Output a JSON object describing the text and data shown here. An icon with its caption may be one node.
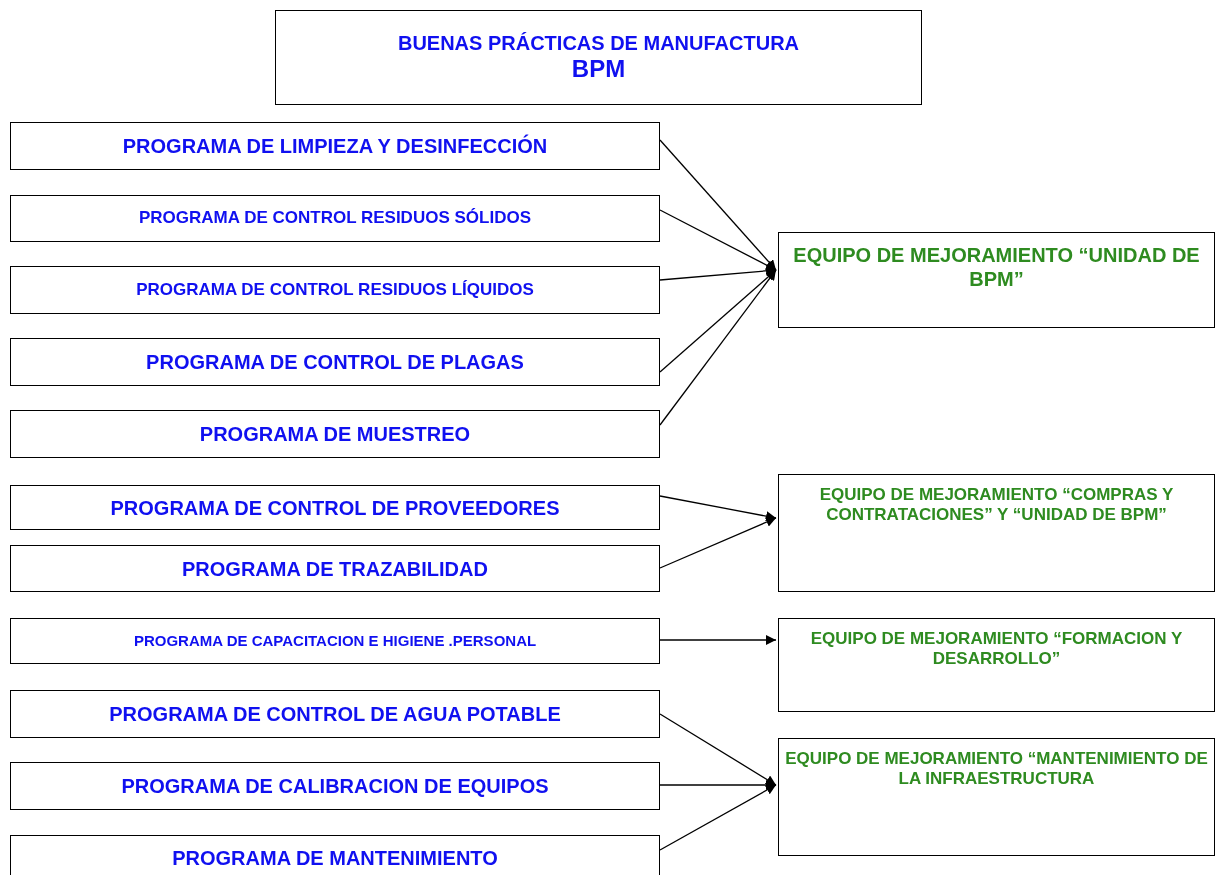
{
  "diagram": {
    "nodes": [
      {
        "text": [
          "BUENAS PRÁCTICAS DE MANUFACTURA",
          "BPM"
        ]
      },
      {
        "text": [
          "PROGRAMA DE LIMPIEZA Y DESINFECCIÓN"
        ]
      },
      {
        "text": [
          "PROGRAMA DE CONTROL RESIDUOS SÓLIDOS"
        ]
      },
      {
        "text": [
          "PROGRAMA DE CONTROL RESIDUOS LÍQUIDOS"
        ]
      },
      {
        "text": [
          "PROGRAMA DE CONTROL DE PLAGAS"
        ]
      },
      {
        "text": [
          "PROGRAMA DE MUESTREO"
        ]
      },
      {
        "text": [
          "EQUIPO DE MEJORAMIENTO “UNIDAD DE BPM”"
        ]
      },
      {
        "text": [
          "PROGRAMA DE CONTROL DE PROVEEDORES"
        ]
      },
      {
        "text": [
          "PROGRAMA DE TRAZABILIDAD"
        ]
      },
      {
        "text": [
          "EQUIPO DE MEJORAMIENTO “COMPRAS Y CONTRATACIONES” Y “UNIDAD DE BPM”"
        ]
      },
      {
        "text": [
          "PROGRAMA DE CAPACITACION E HIGIENE .PERSONAL"
        ]
      },
      {
        "text": [
          "EQUIPO DE MEJORAMIENTO “FORMACION Y DESARROLLO”"
        ]
      },
      {
        "text": [
          "PROGRAMA DE CONTROL DE AGUA POTABLE"
        ]
      },
      {
        "text": [
          "PROGRAMA DE CALIBRACION DE EQUIPOS"
        ]
      },
      {
        "text": [
          "PROGRAMA DE MANTENIMIENTO"
        ]
      },
      {
        "text": [
          "EQUIPO DE MEJORAMIENTO “MANTENIMIENTO DE LA INFRAESTRUCTURA"
        ]
      }
    ],
    "edges": [
      {
        "from": 1,
        "to": 6,
        "arrow": "to"
      },
      {
        "from": 2,
        "to": 6,
        "arrow": "to"
      },
      {
        "from": 3,
        "to": 6,
        "arrow": "to"
      },
      {
        "from": 4,
        "to": 6,
        "arrow": "to"
      },
      {
        "from": 5,
        "to": 6,
        "arrow": "to"
      },
      {
        "from": 7,
        "to": 9,
        "arrow": "to"
      },
      {
        "from": 8,
        "to": 9,
        "arrow": "to"
      },
      {
        "from": 10,
        "to": 11,
        "arrow": "to"
      },
      {
        "from": 12,
        "to": 15,
        "arrow": "to"
      },
      {
        "from": 13,
        "to": 15,
        "arrow": "to"
      },
      {
        "from": 14,
        "to": 15,
        "arrow": "to"
      }
    ]
  }
}
